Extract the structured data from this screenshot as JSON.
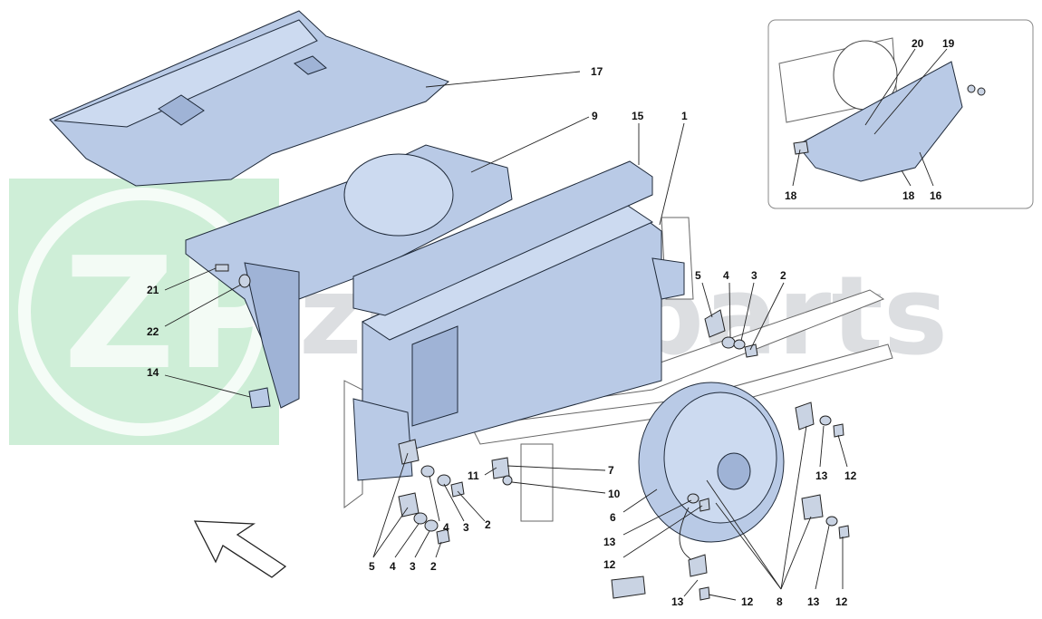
{
  "watermark": {
    "logo_text": "ZP",
    "text": "zumaparts"
  },
  "diagram": {
    "callouts": {
      "c17": "17",
      "c9": "9",
      "c15": "15",
      "c1": "1",
      "c20": "20",
      "c19": "19",
      "c18a": "18",
      "c18b": "18",
      "c16": "16",
      "c21": "21",
      "c22": "22",
      "c14": "14",
      "c5r": "5",
      "c4r": "4",
      "c3r": "3",
      "c2r": "2",
      "c11": "11",
      "c7": "7",
      "c10": "10",
      "c4m": "4",
      "c3m": "3",
      "c2m": "2",
      "c5b": "5",
      "c4b": "4",
      "c3b": "3",
      "c2b": "2",
      "c6": "6",
      "c13a": "13",
      "c12a": "12",
      "c13b": "13",
      "c12b": "12",
      "c13c": "13",
      "c12c": "12",
      "c13d": "13",
      "c12d": "12",
      "c8": "8"
    }
  },
  "colors": {
    "part_fill": "#b9cae6",
    "outline": "#1f2a3a",
    "watermark_green": "#21b14b"
  }
}
